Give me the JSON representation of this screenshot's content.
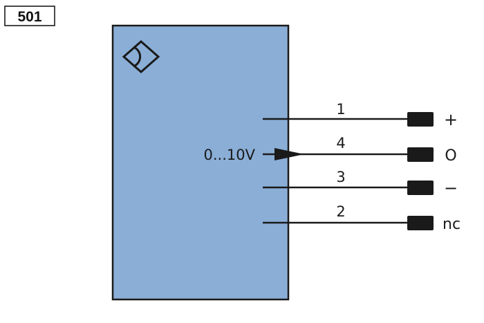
{
  "diagram_code": "501",
  "device": {
    "color": "#8aaed6",
    "symbol_icon": "diamond-sensor-icon"
  },
  "output_signal_label": "0...10V",
  "pins": [
    {
      "number": "1",
      "function": "+"
    },
    {
      "number": "4",
      "function": "O"
    },
    {
      "number": "3",
      "function": "−"
    },
    {
      "number": "2",
      "function": "nc"
    }
  ],
  "colors": {
    "line": "#1a1a1a",
    "connector": "#1a1a1a"
  }
}
